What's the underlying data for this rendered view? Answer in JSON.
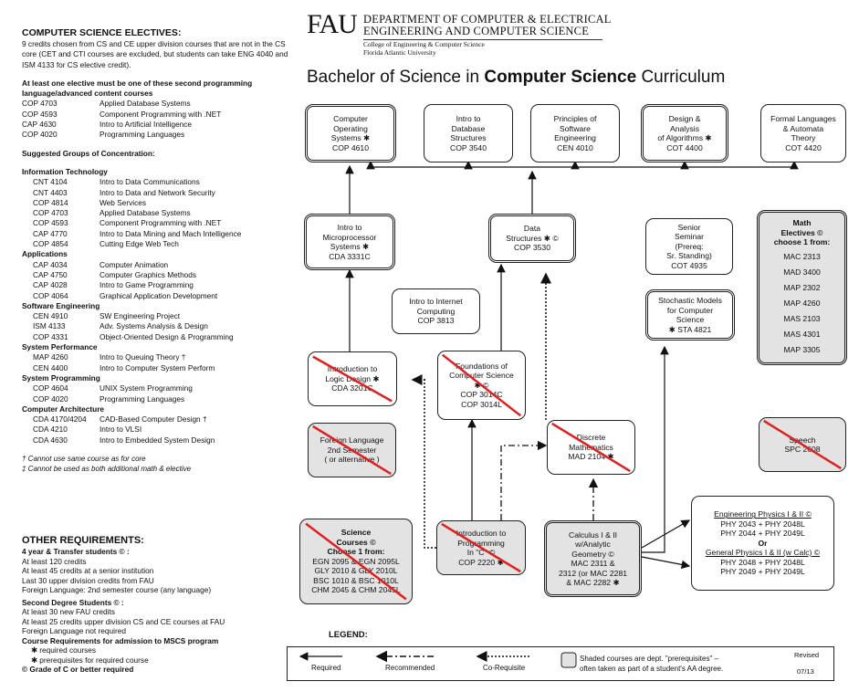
{
  "electives": {
    "heading": "COMPUTER SCIENCE ELECTIVES:",
    "intro": "9 credits chosen from CS and CE upper division courses that are not in the CS core (CET and CTI courses are excluded, but students can take ENG 4040 and ISM 4133 for CS elective credit).",
    "requirement_heading": "At least one elective must be one of these second programming language/advanced content courses",
    "required_list": [
      {
        "code": "COP 4703",
        "name": "Applied Database Systems"
      },
      {
        "code": "COP 4593",
        "name": "Component Programming with .NET"
      },
      {
        "code": "CAP 4630",
        "name": "Intro to Artificial Intelligence"
      },
      {
        "code": "COP 4020",
        "name": "Programming Languages"
      }
    ],
    "groups_heading": "Suggested Groups of Concentration:",
    "groups": [
      {
        "title": "Information Technology",
        "courses": [
          {
            "code": "CNT 4104",
            "name": "Intro to Data Communications"
          },
          {
            "code": "CNT 4403",
            "name": "Intro to Data and Network Security"
          },
          {
            "code": "COP 4814",
            "name": "Web Services"
          },
          {
            "code": "COP 4703",
            "name": "Applied Database Systems"
          },
          {
            "code": "COP 4593",
            "name": "Component Programming with .NET"
          },
          {
            "code": "CAP 4770",
            "name": "Intro to Data Mining and Mach Intelligence"
          },
          {
            "code": "COP 4854",
            "name": "Cutting Edge Web Tech"
          }
        ]
      },
      {
        "title": "Applications",
        "courses": [
          {
            "code": "CAP 4034",
            "name": "Computer Animation"
          },
          {
            "code": "CAP 4750",
            "name": "Computer Graphics Methods"
          },
          {
            "code": "CAP 4028",
            "name": "Intro to Game Programming"
          },
          {
            "code": "COP 4064",
            "name": "Graphical Application Development"
          }
        ]
      },
      {
        "title": "Software Engineering",
        "courses": [
          {
            "code": "CEN 4910",
            "name": "SW Engineering Project"
          },
          {
            "code": "ISM 4133",
            "name": "Adv. Systems Analysis & Design"
          },
          {
            "code": "COP 4331",
            "name": "Object-Oriented Design & Programming"
          }
        ]
      },
      {
        "title": "System Performance",
        "courses": [
          {
            "code": "MAP 4260",
            "name": "Intro to Queuing Theory †"
          },
          {
            "code": "CEN 4400",
            "name": "Intro to Computer System Perform"
          }
        ]
      },
      {
        "title": "System Programming",
        "courses": [
          {
            "code": "COP 4604",
            "name": "UNIX System Programming"
          },
          {
            "code": "COP 4020",
            "name": "Programming Languages"
          }
        ]
      },
      {
        "title": "Computer Architecture",
        "courses": [
          {
            "code": "CDA 4170/4204",
            "name": "CAD-Based Computer Design †"
          },
          {
            "code": "CDA 4210",
            "name": "Intro to VLSI"
          },
          {
            "code": "CDA 4630",
            "name": "Intro to Embedded System Design"
          }
        ]
      }
    ],
    "note1": "† Cannot use same course as for core",
    "note2": "‡ Cannot be used as both additional math & elective"
  },
  "other": {
    "heading": "OTHER REQUIREMENTS:",
    "transfer_heading": "4 year & Transfer students © :",
    "transfer_lines": [
      "At least 120 credits",
      "At least 45 credits at a senior institution",
      "Last 30 upper division credits from FAU",
      "Foreign Language:  2nd semester course (any language)"
    ],
    "second_heading": "Second Degree Students © :",
    "second_lines": [
      "At least 30 new FAU credits",
      "At least 25 credits upper division CS and CE courses at FAU",
      "Foreign Language not required"
    ],
    "admission_heading": "Course Requirements for admission to MSCS program",
    "admission_lines": [
      "✱  required courses",
      "✱  prerequisites for required course"
    ],
    "grade_line": "© Grade of C or better required"
  },
  "header": {
    "logo": "FAU",
    "dept_line1": "DEPARTMENT OF COMPUTER & ELECTRICAL",
    "dept_line2": "ENGINEERING AND COMPUTER SCIENCE",
    "college_line1": "College of Engineering & Computer Science",
    "college_line2": "Florida Atlantic University",
    "title_pre": "Bachelor of Science in ",
    "title_bold": "Computer Science",
    "title_post": " Curriculum"
  },
  "courses": {
    "os": [
      "Computer",
      "Operating",
      "Systems ✱",
      "COP 4610"
    ],
    "db": [
      "Intro to",
      "Database",
      "Structures",
      "COP 3540"
    ],
    "se": [
      "Principles of",
      "Software",
      "Engineering",
      "CEN 4010"
    ],
    "algo": [
      "Design &",
      "Analysis",
      "of  Algorithms ✱",
      "COT 4400"
    ],
    "formal": [
      "Formal Languages",
      "& Automata",
      "Theory",
      "COT 4420"
    ],
    "micro": [
      "Intro to",
      "Microprocessor",
      "Systems  ✱",
      "CDA 3331C"
    ],
    "ds": [
      "Data",
      "Structures ✱ ©",
      "COP 3530"
    ],
    "seminar": [
      "Senior",
      "Seminar",
      "(Prereq:",
      "Sr. Standing)",
      "COT 4935"
    ],
    "math_title": [
      "Math",
      "Electives ©",
      "choose 1 from:"
    ],
    "math_list": [
      "MAC 2313",
      "MAD 3400",
      "MAP 2302",
      "MAP 4260",
      "MAS 2103",
      "MAS 4301",
      "MAP 3305"
    ],
    "internet": [
      "Intro to Internet",
      "Computing",
      "COP 3813"
    ],
    "stats": [
      "Stochastic Models",
      "for Computer",
      "Science",
      "✱ STA  4821"
    ],
    "logic": [
      "Introduction to",
      "Logic Design  ✱",
      "CDA 3201C"
    ],
    "found": [
      "Foundations of",
      "Computer Science",
      "✱ ©",
      "COP 3014C",
      "COP 3014L"
    ],
    "foreign": [
      "Foreign Language",
      "2nd Semester",
      "( or alternative )"
    ],
    "discrete": [
      "Discrete",
      "Mathematics",
      "MAD 2104 ✱"
    ],
    "speech": [
      "Speech",
      "SPC  2608"
    ],
    "science_title": [
      "Science",
      "Courses ©",
      "Choose 1 from:"
    ],
    "science_list": [
      "EGN 2095 & EGN 2095L",
      "GLY 2010 & GLY 2010L",
      "BSC 1010 & BSC 1010L",
      "CHM 2045 & CHM 2045L"
    ],
    "prog": [
      "Introduction to",
      "Programming",
      "In \"C\"  ©",
      "COP 2220 ✱"
    ],
    "calc": [
      "Calculus I & II",
      "w/Analytic",
      "Geometry ©",
      "MAC 2311 &",
      "2312 (or MAC 2281",
      "& MAC 2282 ✱"
    ],
    "physics": [
      "Engineering Physics I & II ©",
      "PHY 2043 + PHY 2048L",
      "PHY 2044 + PHY 2049L",
      "Or",
      "General Physics I & II (w Calc) ©",
      "PHY 2048 + PHY 2048L",
      "PHY 2049 + PHY 2049L"
    ]
  },
  "legend": {
    "title": "LEGEND:",
    "required": "Required",
    "recommended": "Recommended",
    "corequisite": "Co-Requisite",
    "shaded": "Shaded courses are dept. \"prerequisites\" –",
    "shaded2": "often taken as part of a student's AA degree.",
    "revised": "Revised",
    "date": "07/13"
  }
}
